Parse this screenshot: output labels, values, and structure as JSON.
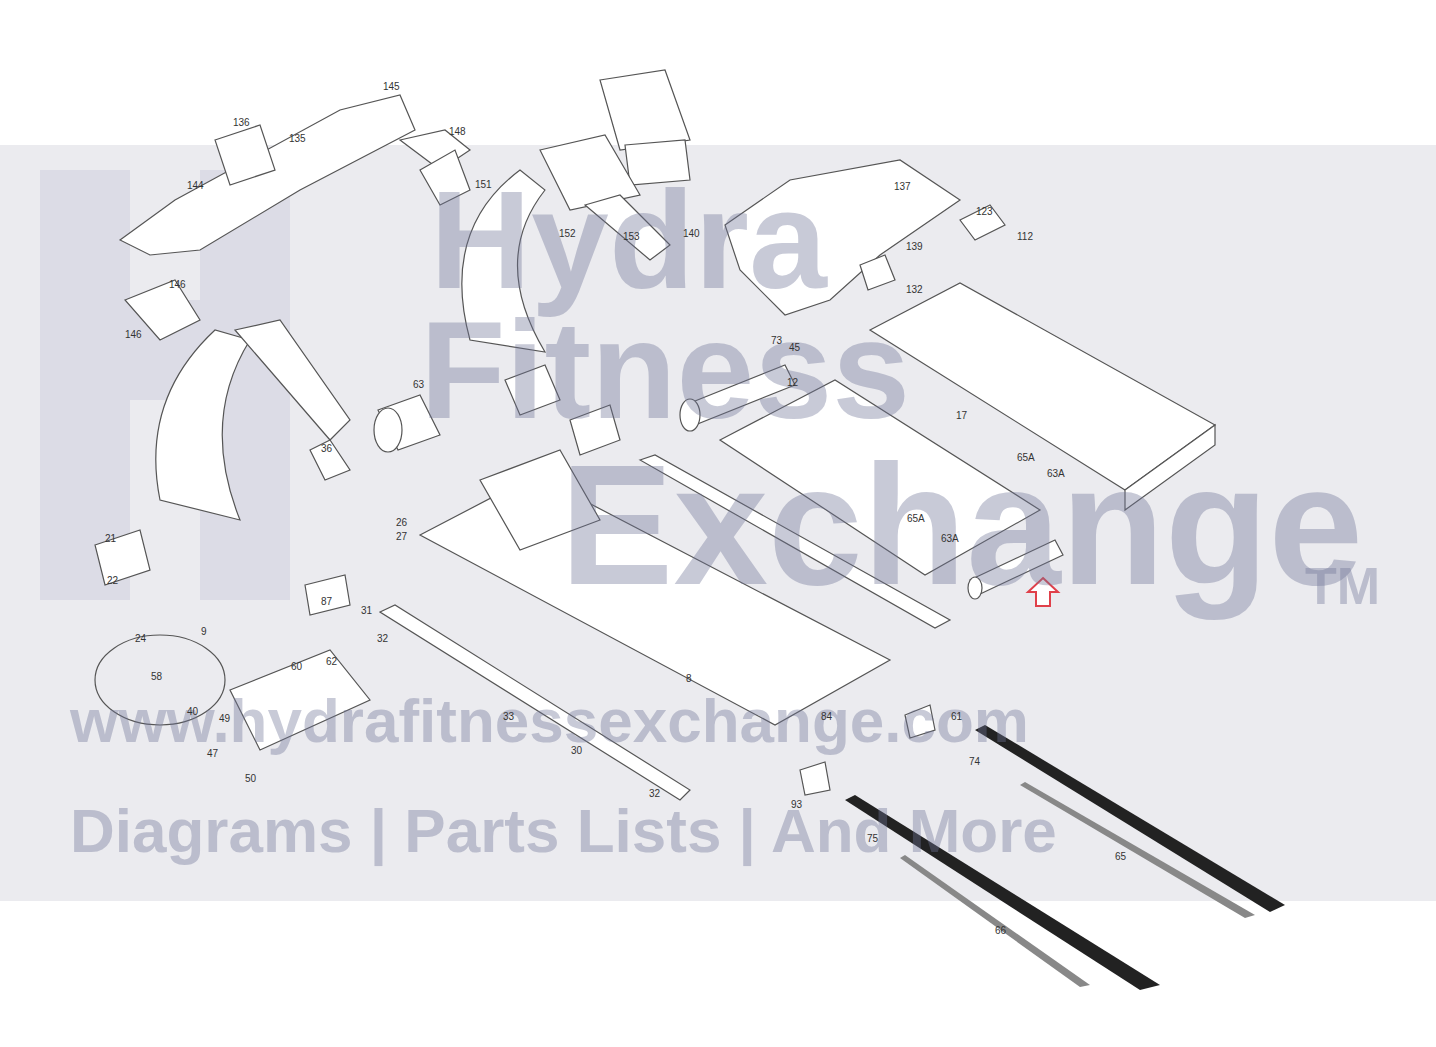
{
  "diagram": {
    "labels": [
      "Hydra",
      "Fitness",
      "Exchange",
      "TM",
      "www.hydrafitnessexchange.com",
      "Diagrams | Parts Lists | And More",
      "145",
      "136",
      "135",
      "144",
      "146",
      "146",
      "148",
      "151",
      "152",
      "153",
      "140",
      "137",
      "139",
      "123",
      "112",
      "132",
      "17",
      "63",
      "12",
      "73",
      "45",
      "36",
      "21",
      "22",
      "26",
      "27",
      "31",
      "32",
      "33",
      "30",
      "32",
      "74",
      "65",
      "75",
      "66",
      "61",
      "84",
      "93",
      "65A",
      "63A",
      "65A",
      "63A",
      "8",
      "47",
      "40",
      "49",
      "50",
      "60",
      "62",
      "87",
      "9",
      "24",
      "58"
    ]
  }
}
